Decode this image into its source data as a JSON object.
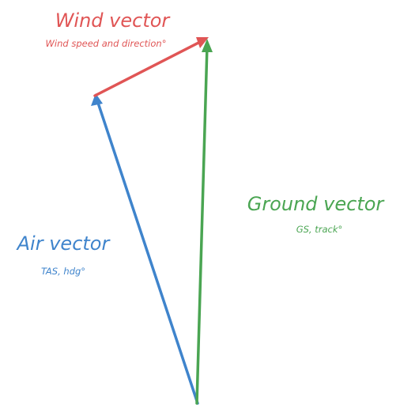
{
  "diagram": {
    "wind": {
      "title": "Wind vector",
      "subtitle": "Wind speed and direction°",
      "color": "#e05555"
    },
    "air": {
      "title": "Air vector",
      "subtitle": "TAS, hdg°",
      "color": "#3f84cc"
    },
    "ground": {
      "title": "Ground vector",
      "subtitle": "GS, track°",
      "color": "#4aa552"
    }
  }
}
